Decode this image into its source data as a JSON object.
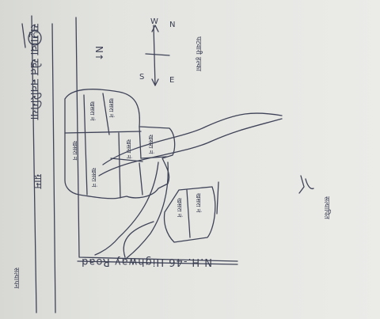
{
  "map": {
    "header_text": "स गावा खेत नवरिगिया",
    "village_label": "ग्राम",
    "top_right_circle": "RC",
    "left_corner_label": "सत्यापन",
    "north_label": "N↑",
    "highway_label": "N.H.-46 Highway Road",
    "compass": {
      "north": "N",
      "south": "S",
      "west": "W",
      "east": "E",
      "note": "पटवारी हल्का"
    },
    "signature_note": "सत्यापित",
    "plots": [
      {
        "label": "खसरा नं"
      },
      {
        "label": "खसरा नं"
      },
      {
        "label": "खसरा नं"
      },
      {
        "label": "खसरा नं"
      },
      {
        "label": "खसरा नं"
      },
      {
        "label": "खसरा नं"
      },
      {
        "label": "खसरा नं"
      },
      {
        "label": "खसरा नं"
      }
    ]
  },
  "colors": {
    "ink": "#3a3e52",
    "paper": "#e8e9e5"
  }
}
